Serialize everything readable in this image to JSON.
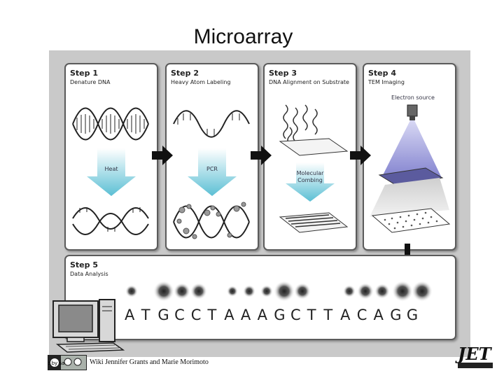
{
  "slide": {
    "title": "Microarray"
  },
  "steps": [
    {
      "step": "Step 1",
      "name": "Denature DNA",
      "arrow_label": "Heat"
    },
    {
      "step": "Step 2",
      "name": "Heavy Atom Labeling",
      "arrow_label": "PCR"
    },
    {
      "step": "Step 3",
      "name": "DNA Alignment on Substrate",
      "arrow_label_line1": "Molecular",
      "arrow_label_line2": "Combing"
    },
    {
      "step": "Step 4",
      "name": "TEM Imaging",
      "source_label": "Electron source"
    },
    {
      "step": "Step 5",
      "name": "Data Analysis"
    }
  ],
  "sequence": [
    "A",
    "T",
    "G",
    "C",
    "C",
    "T",
    "A",
    "A",
    "A",
    "G",
    "C",
    "T",
    "T",
    "A",
    "C",
    "A",
    "G",
    "G"
  ],
  "footer": {
    "credit": "Wiki Jennifer Grants and Marie Morimoto",
    "license": "cc by sa"
  },
  "logo": {
    "text": "JET"
  },
  "colors": {
    "arrow_teal": "#6cc6d8",
    "beam_purple": "#8f8fd6",
    "panel_border": "#5b5b5b",
    "figure_bg": "#c9c9c9"
  }
}
